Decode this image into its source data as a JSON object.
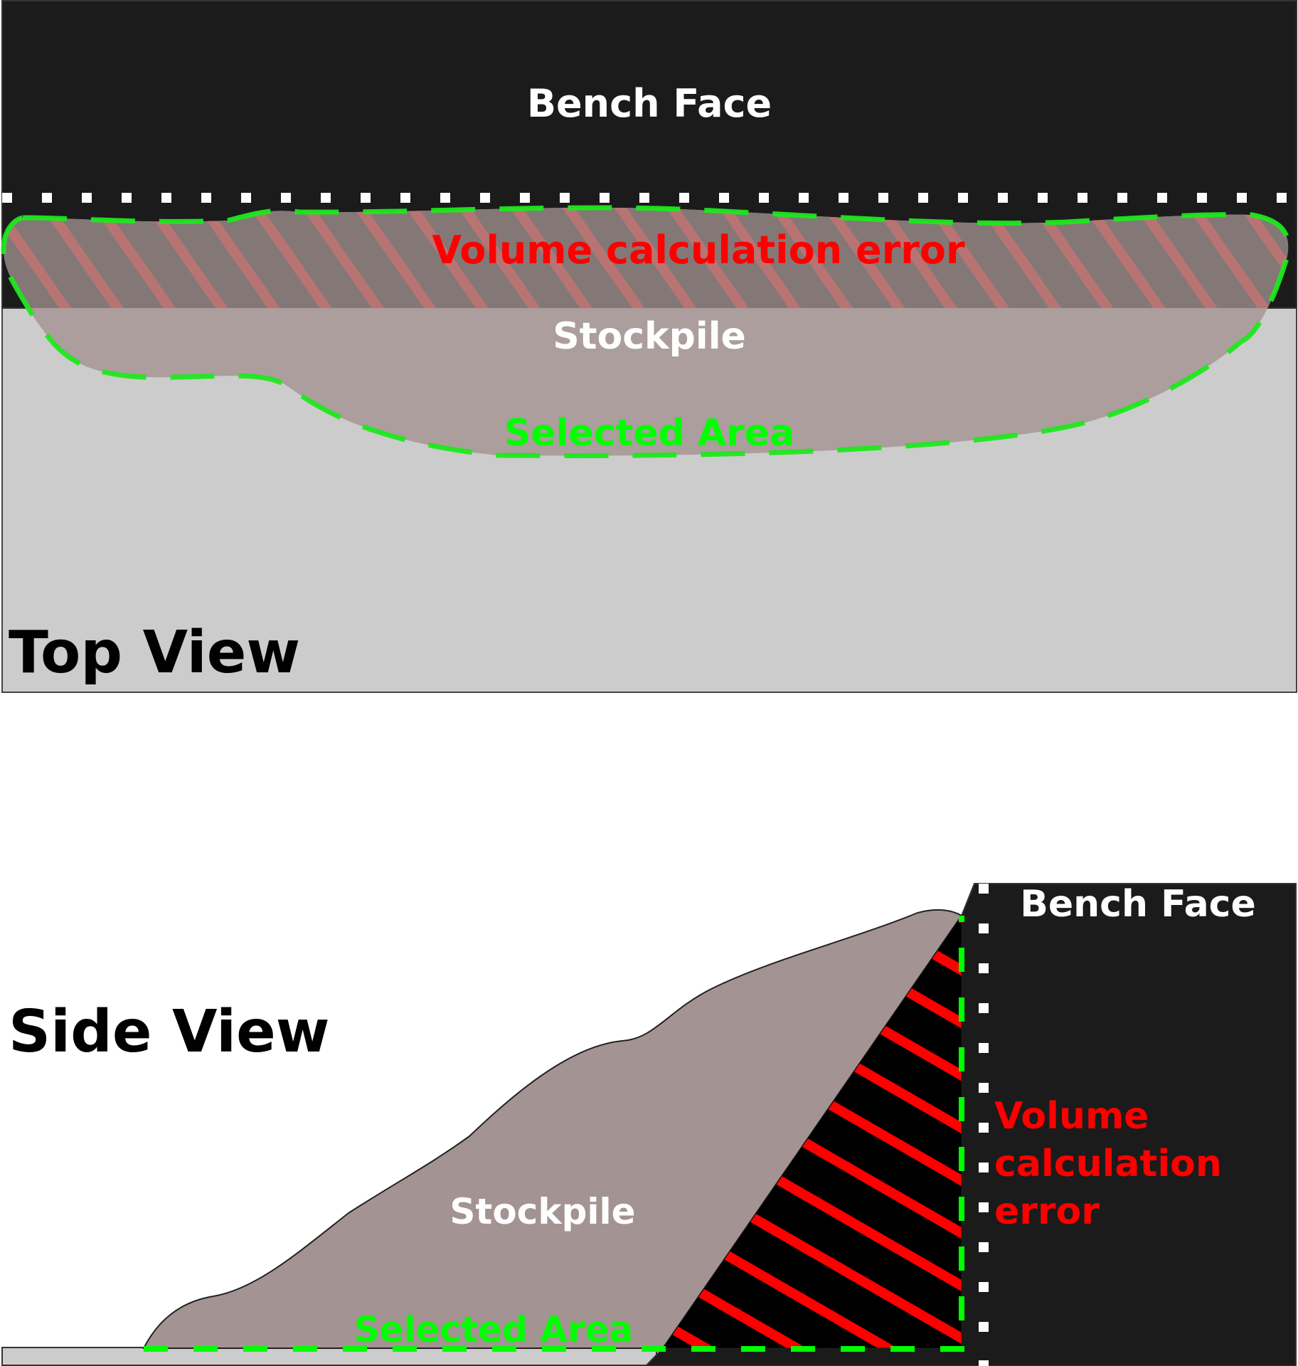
{
  "top_view": {
    "title": "Top View",
    "bench_face_label": "Bench Face",
    "error_label": "Volume calculation error",
    "stockpile_label": "Stockpile",
    "selected_area_label": "Selected Area"
  },
  "side_view": {
    "title": "Side View",
    "bench_face_label": "Bench Face",
    "error_label_lines": [
      "Volume",
      "calculation",
      "error"
    ],
    "stockpile_label": "Stockpile",
    "selected_area_label": "Selected Area"
  },
  "colors": {
    "bench_face": "#1b1b1b",
    "ground": "#cccccc",
    "stockpile_top": "#ab9e9d",
    "stockpile_side": "#a39392",
    "error_overlay": "#847876",
    "error_hatch_top": "#b87473",
    "error_hatch_side": "#ff0000",
    "selected_area": "#00ff00",
    "error_text": "#ff0000",
    "label_text": "#ffffff",
    "title_text": "#000000"
  }
}
